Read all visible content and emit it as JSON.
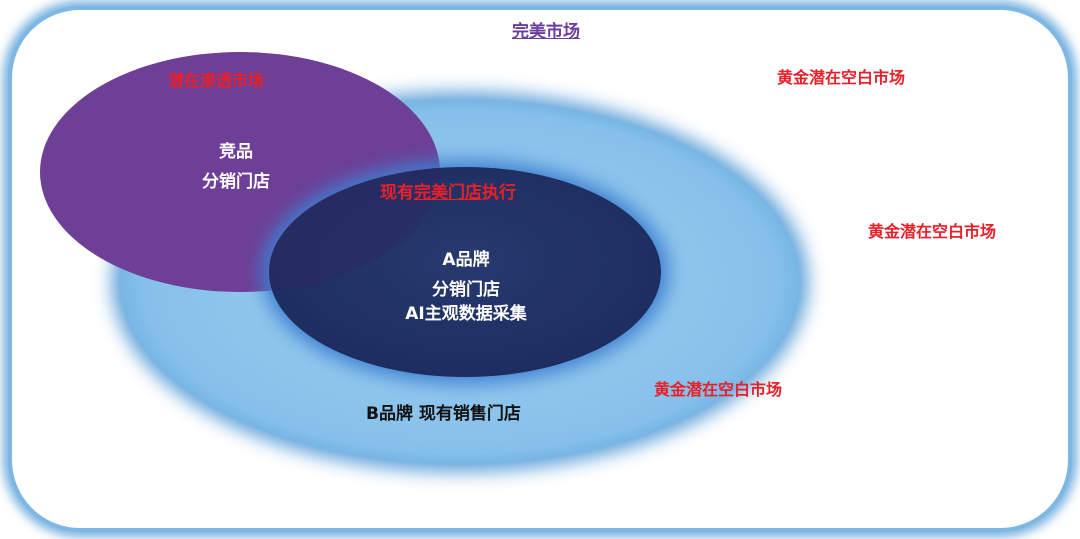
{
  "diagram": {
    "title": "完美市场",
    "competitor_zone": {
      "caption": "潜在渗透市场",
      "line1": "竞品",
      "line2": "分销门店"
    },
    "current_zone": {
      "caption_prefix": "现有",
      "caption_underlined": "完美门店",
      "caption_suffix": "执行",
      "line1": "A品牌",
      "line2": "分销门店",
      "line3": "AI主观数据采集"
    },
    "outer_ring_label": "B品牌 现有销售门店",
    "gold_market_1": "黄金潜在空白市场",
    "gold_market_2": "黄金潜在空白市场",
    "gold_market_3": "黄金潜在空白市场"
  },
  "colors": {
    "frame_glow": "#5ea3d9",
    "light_blue_ellipse": "#8ec4ec",
    "navy_ellipse": "#22346a",
    "purple_ellipse": "#6d3f96",
    "red_text": "#e8202a",
    "purple_title": "#6a3d9a"
  }
}
